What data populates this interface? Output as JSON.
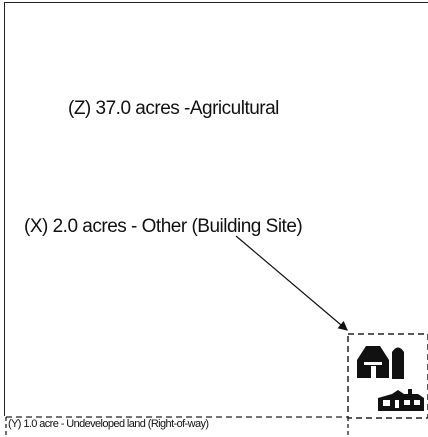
{
  "diagram": {
    "parcels": [
      {
        "id": "Z",
        "label": "(Z) 37.0 acres -Agricultural"
      },
      {
        "id": "X",
        "label": "(X) 2.0 acres - Other (Building Site)"
      },
      {
        "id": "Y",
        "label": "(Y) 1.0 acre - Undeveloped land (Right-of-way)"
      }
    ],
    "icons": [
      "barn-icon",
      "silo-icon",
      "farmhouse-icon"
    ]
  }
}
